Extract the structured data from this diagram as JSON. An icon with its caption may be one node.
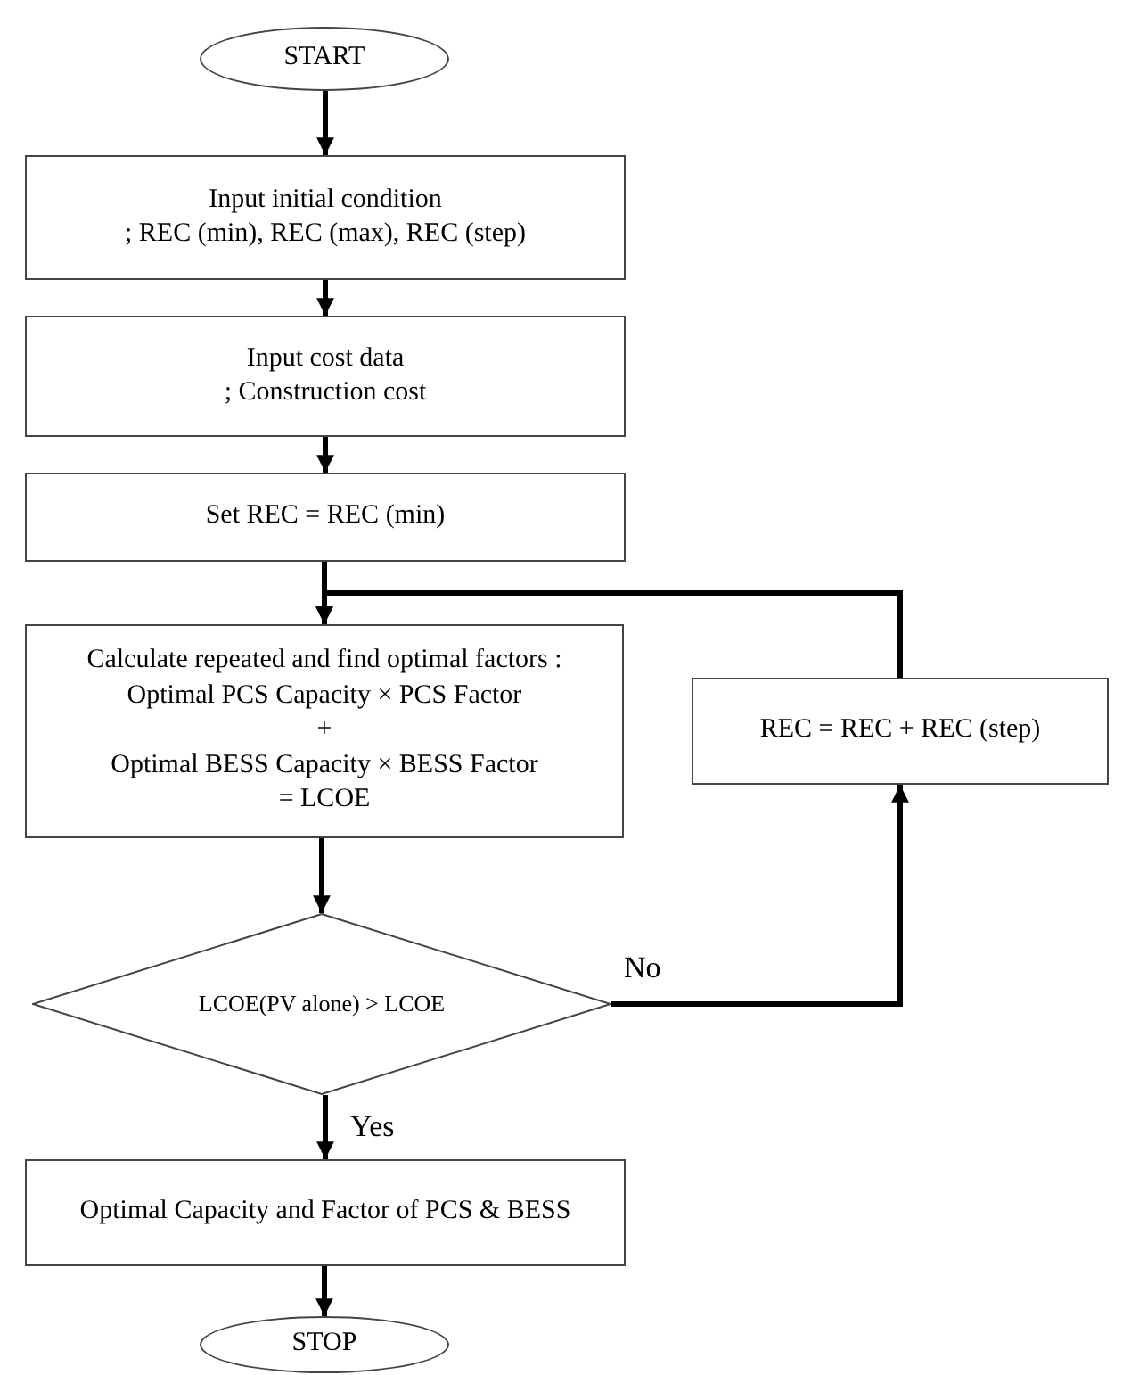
{
  "diagram": {
    "nodes": [
      {
        "text": [
          "START"
        ]
      },
      {
        "text": [
          "Input initial condition",
          "; REC (min), REC (max), REC (step)"
        ]
      },
      {
        "text": [
          "Input cost data",
          "; Construction cost"
        ]
      },
      {
        "text": [
          "Set REC = REC (min)"
        ]
      },
      {
        "text": [
          "Calculate repeated and find optimal factors :",
          "Optimal PCS Capacity × PCS Factor",
          "+",
          "Optimal BESS Capacity × BESS Factor",
          "= LCOE"
        ]
      },
      {
        "text": [
          "LCOE(PV alone) > LCOE"
        ]
      },
      {
        "text": [
          "REC = REC + REC (step)"
        ]
      },
      {
        "text": [
          "Optimal Capacity and Factor of PCS & BESS"
        ]
      },
      {
        "text": [
          "STOP"
        ]
      }
    ],
    "edges": [
      {
        "from": 0,
        "to": 1,
        "arrow": "to"
      },
      {
        "from": 1,
        "to": 2,
        "arrow": "to"
      },
      {
        "from": 2,
        "to": 3,
        "arrow": "to"
      },
      {
        "from": 3,
        "to": 4,
        "arrow": "to"
      },
      {
        "from": 4,
        "to": 5,
        "arrow": "to"
      },
      {
        "from": 5,
        "to": 6,
        "arrow": "to",
        "label": "No"
      },
      {
        "from": 6,
        "to": 4,
        "arrow": "to"
      },
      {
        "from": 5,
        "to": 7,
        "arrow": "to",
        "label": "Yes"
      },
      {
        "from": 7,
        "to": 8,
        "arrow": "to"
      }
    ]
  }
}
